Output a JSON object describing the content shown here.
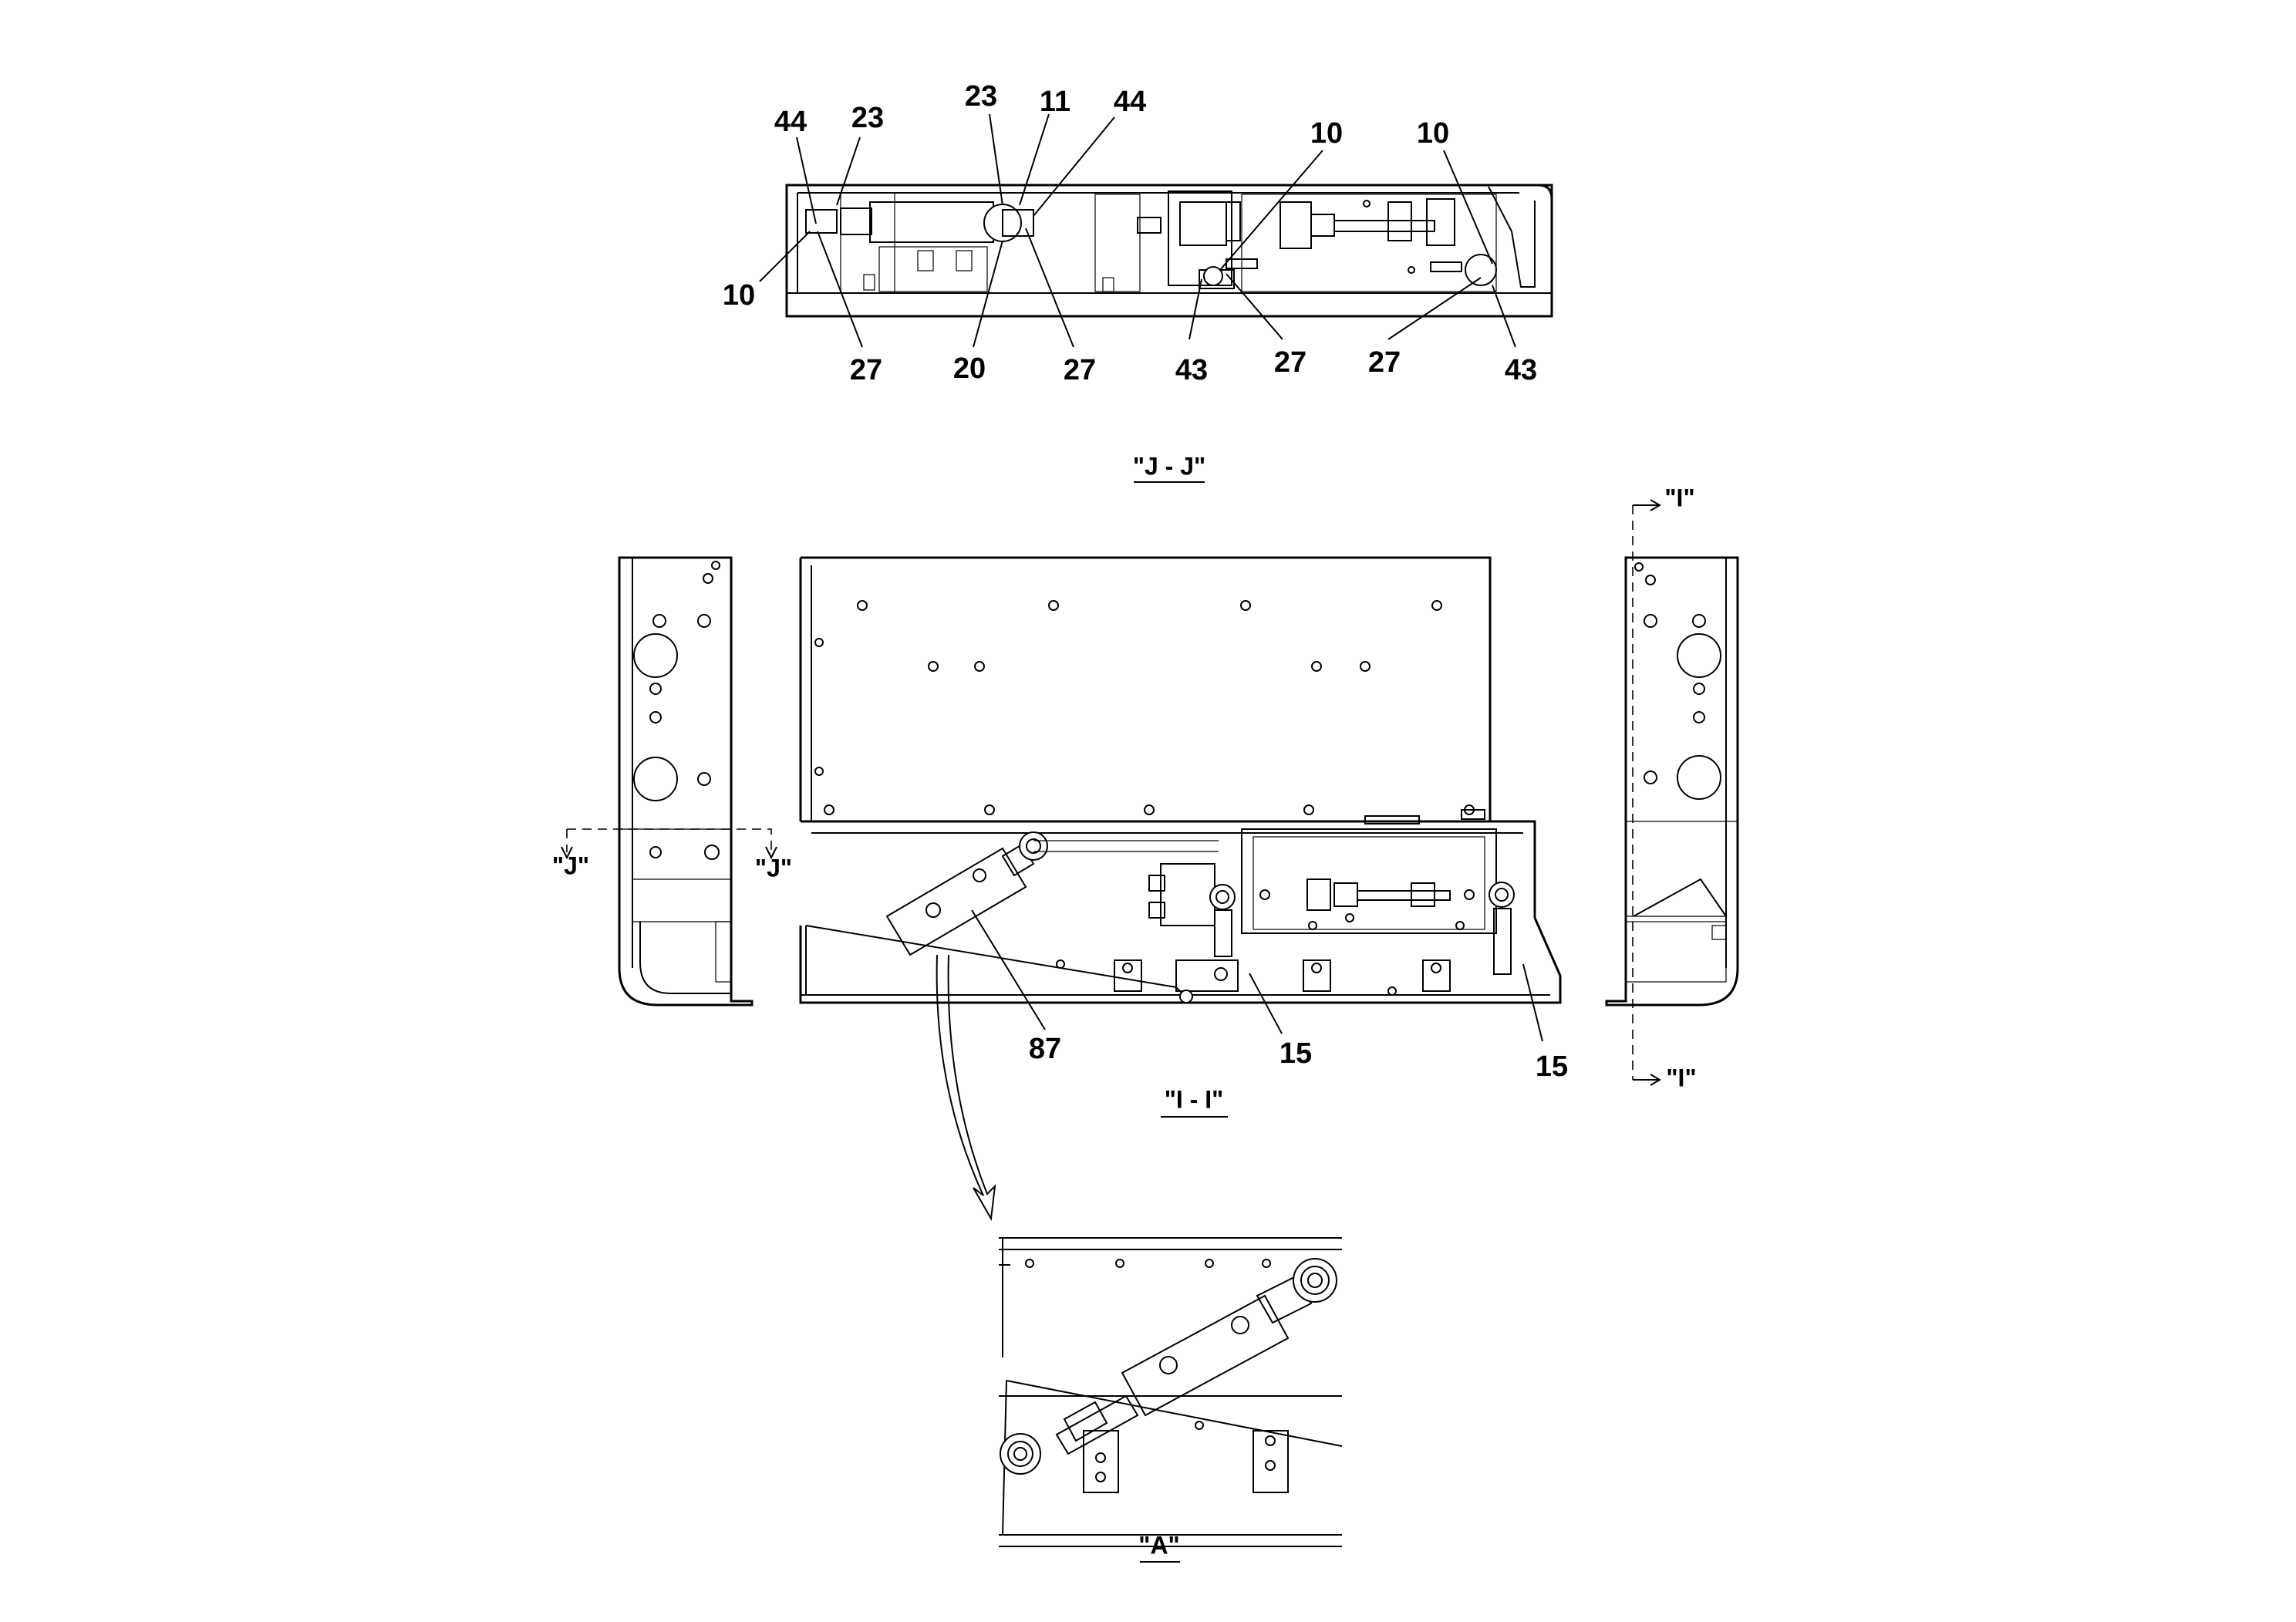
{
  "views": {
    "jj": {
      "caption": "\"J - J\"",
      "callouts": [
        "44",
        "23",
        "23",
        "11",
        "44",
        "10",
        "10",
        "10",
        "27",
        "20",
        "27",
        "43",
        "27",
        "27",
        "43"
      ]
    },
    "ii": {
      "caption": "\"I - I\"",
      "callouts": [
        "87",
        "15",
        "15"
      ],
      "section_marks": [
        "\"J\"",
        "\"J\""
      ]
    },
    "right": {
      "section_marks": [
        "\"I\"",
        "\"I\""
      ]
    },
    "detail_a": {
      "caption": "\"A\""
    }
  }
}
